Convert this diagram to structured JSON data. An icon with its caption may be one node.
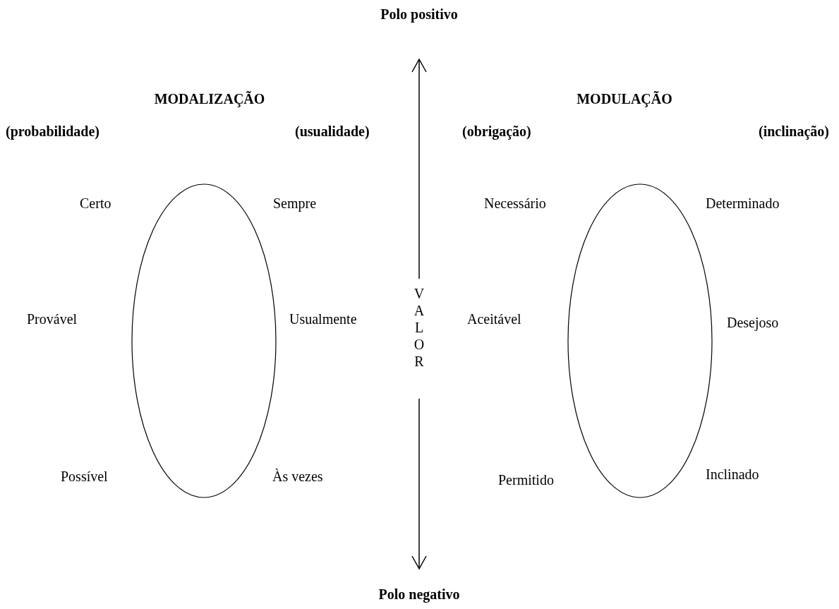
{
  "diagram": {
    "nodes": [
      {
        "text": [],
        "shape": "ellipse"
      },
      {
        "text": [],
        "shape": "ellipse"
      }
    ],
    "labels": [
      "Polo positivo",
      "MODALIZAÇÃO",
      "MODULAÇÃO",
      "(probabilidade)",
      "(usualidade)",
      "(obrigação)",
      "(inclinação)",
      "Certo",
      "Sempre",
      "Necessário",
      "Determinado",
      "VALOR",
      "Provável",
      "Usualmente",
      "Aceitável",
      "Desejoso",
      "Possível",
      "Às vezes",
      "Permitido",
      "Inclinado",
      "Polo negativo"
    ]
  }
}
